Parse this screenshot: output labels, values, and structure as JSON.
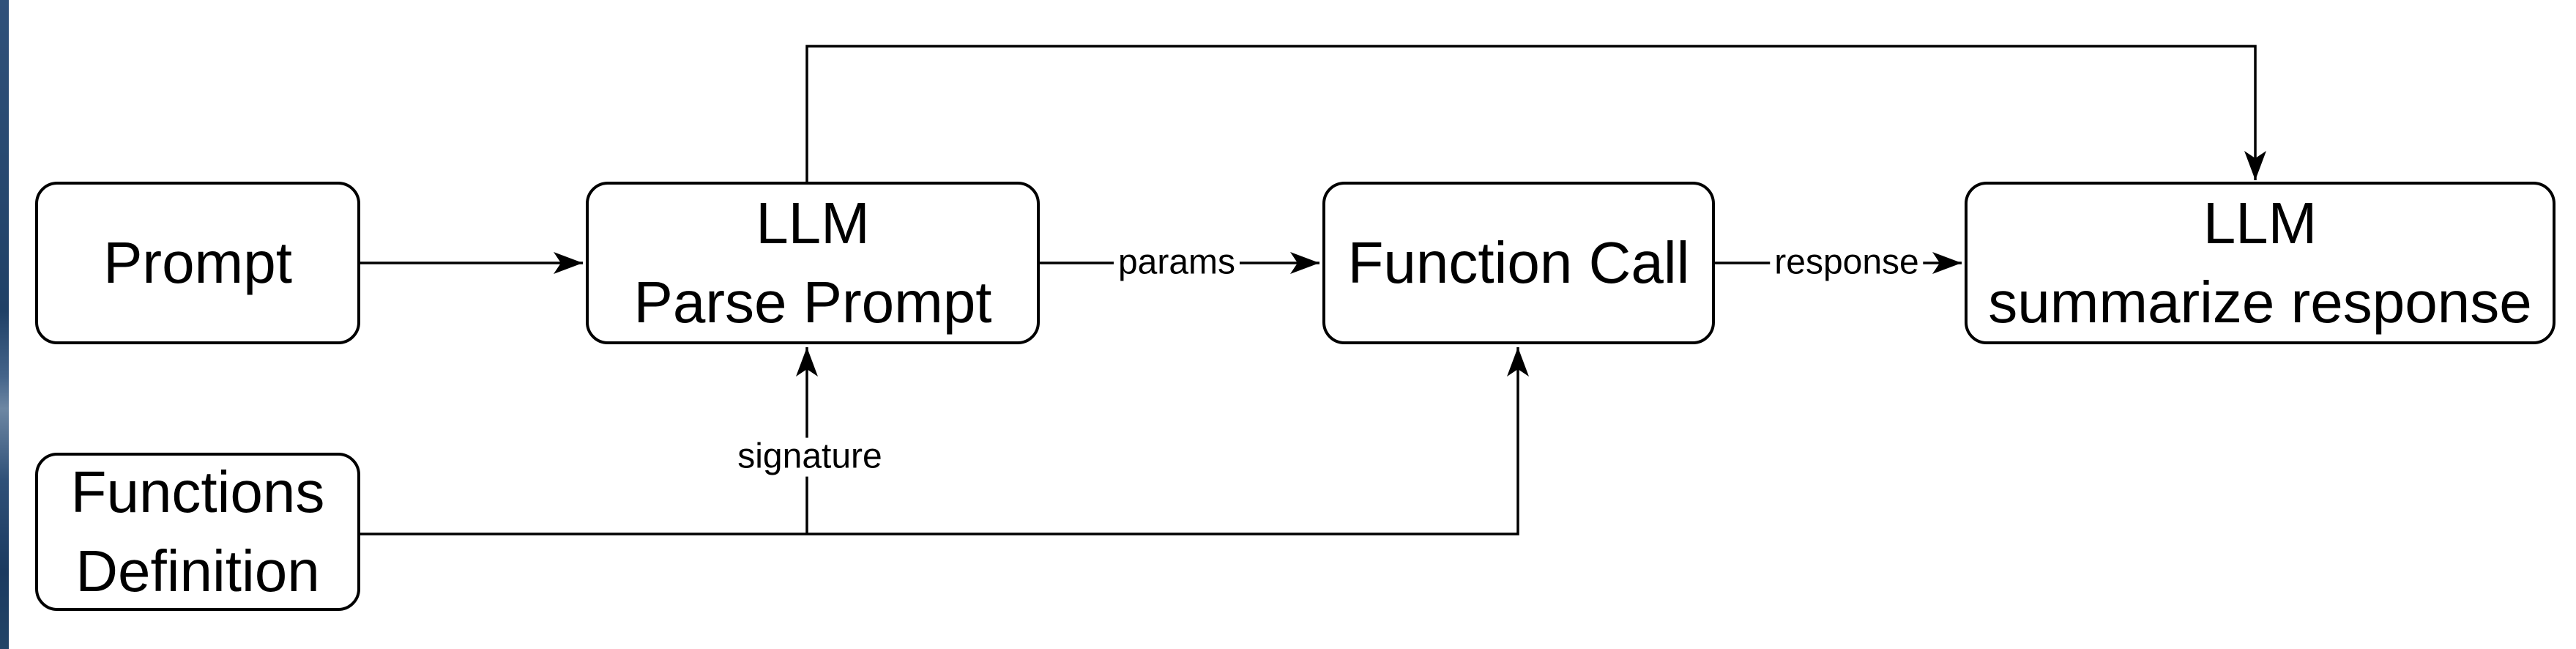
{
  "diagram": {
    "background_color": "#ffffff",
    "node_fill_color": "#ffffff",
    "node_stroke_color": "#000000",
    "edge_color": "#000000",
    "window_edge_strip_color": "#27486f",
    "nodes": {
      "prompt": {
        "lines": [
          "Prompt"
        ]
      },
      "llm_parse_prompt": {
        "lines": [
          "LLM",
          "Parse Prompt"
        ]
      },
      "function_call": {
        "lines": [
          "Function Call"
        ]
      },
      "llm_summarize_response": {
        "lines": [
          "LLM",
          "summarize response"
        ]
      },
      "functions_definition": {
        "lines": [
          "Functions",
          "Definition"
        ]
      }
    },
    "edge_labels": {
      "params": "params",
      "response": "response",
      "signature": "signature"
    }
  }
}
